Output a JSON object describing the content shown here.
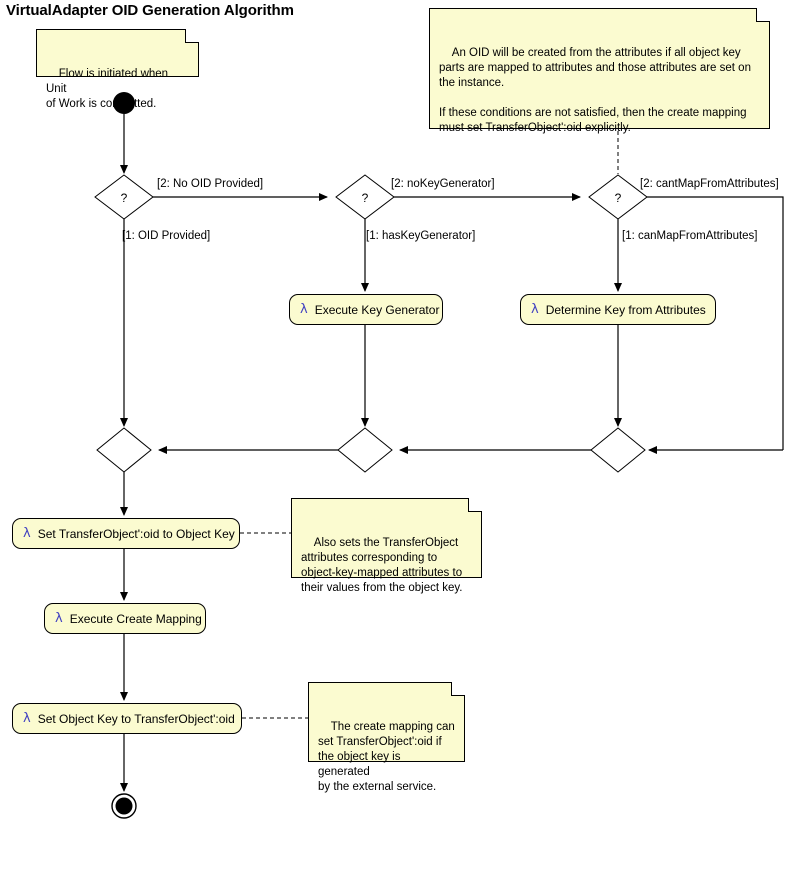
{
  "title": "VirtualAdapter OID Generation Algorithm",
  "colors": {
    "note_fill": "#FBFBD0",
    "action_fill": "#FBFBD0",
    "stroke": "#000000",
    "lambda": "#4040C0",
    "background": "#FFFFFF"
  },
  "notes": [
    {
      "id": "note-start",
      "text": "Flow is initiated when Unit\nof Work is committed."
    },
    {
      "id": "note-oid-attributes",
      "text": "An OID will be created from the attributes if all object key\nparts are mapped to attributes and those attributes are set on\nthe instance.\n\nIf these conditions are not satisfied, then the create mapping\nmust set TransferObject':oid explicitly."
    },
    {
      "id": "note-also-sets",
      "text": "Also sets the TransferObject\nattributes corresponding to\nobject-key-mapped attributes to\ntheir values from the object key."
    },
    {
      "id": "note-create-mapping",
      "text": "The create mapping can\nset TransferObject':oid if\nthe object key is generated\nby the external service."
    }
  ],
  "decisions": [
    {
      "id": "decision-oid-provided",
      "label": "?"
    },
    {
      "id": "decision-key-generator",
      "label": "?"
    },
    {
      "id": "decision-map-from-attributes",
      "label": "?"
    }
  ],
  "guards": [
    {
      "id": "guard-no-oid-provided",
      "text": "[2: No OID Provided]"
    },
    {
      "id": "guard-oid-provided",
      "text": "[1: OID Provided]"
    },
    {
      "id": "guard-no-key-generator",
      "text": "[2: noKeyGenerator]"
    },
    {
      "id": "guard-has-key-generator",
      "text": "[1: hasKeyGenerator]"
    },
    {
      "id": "guard-cant-map-from-attributes",
      "text": "[2: cantMapFromAttributes]"
    },
    {
      "id": "guard-can-map-from-attributes",
      "text": "[1: canMapFromAttributes]"
    }
  ],
  "actions": [
    {
      "id": "action-execute-key-generator",
      "icon": "lambda-icon",
      "icon_glyph": "λ",
      "label": "Execute Key Generator"
    },
    {
      "id": "action-determine-key-from-attributes",
      "icon": "lambda-icon",
      "icon_glyph": "λ",
      "label": "Determine Key from Attributes"
    },
    {
      "id": "action-set-transferobject-oid",
      "icon": "lambda-icon",
      "icon_glyph": "λ",
      "label": "Set TransferObject':oid to Object Key"
    },
    {
      "id": "action-execute-create-mapping",
      "icon": "lambda-icon",
      "icon_glyph": "λ",
      "label": "Execute Create Mapping"
    },
    {
      "id": "action-set-object-key",
      "icon": "lambda-icon",
      "icon_glyph": "λ",
      "label": "Set Object Key to TransferObject':oid"
    }
  ],
  "nodes": {
    "start": "initial-node",
    "end": "final-node",
    "merges": [
      "merge-node-1",
      "merge-node-2",
      "merge-node-3"
    ]
  }
}
